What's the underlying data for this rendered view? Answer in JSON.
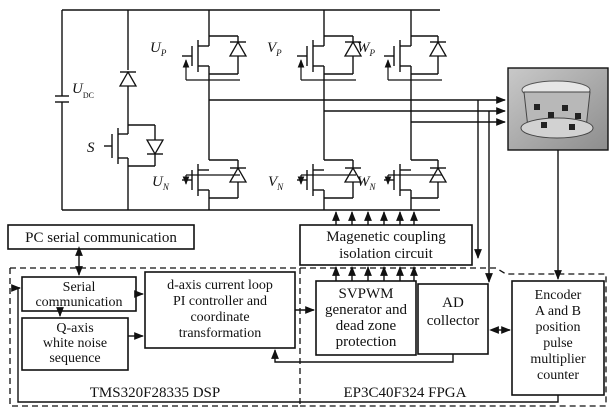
{
  "inverter": {
    "dc_voltage": {
      "symbol": "U",
      "subscript": "DC"
    },
    "switch_s": "S",
    "switches": {
      "up": {
        "symbol": "U",
        "subscript": "P"
      },
      "vp": {
        "symbol": "V",
        "subscript": "P"
      },
      "wp": {
        "symbol": "W",
        "subscript": "P"
      },
      "un": {
        "symbol": "U",
        "subscript": "N"
      },
      "vn": {
        "symbol": "V",
        "subscript": "N"
      },
      "wn": {
        "symbol": "W",
        "subscript": "N"
      }
    }
  },
  "blocks": {
    "pc_serial": "PC serial communication",
    "serial_comm": [
      "Serial",
      "communication"
    ],
    "q_axis": [
      "Q-axis",
      "white noise",
      "sequence"
    ],
    "current_loop": [
      "d-axis current loop",
      "PI controller and",
      "coordinate",
      "transformation"
    ],
    "isolation": [
      "Magenetic coupling",
      "isolation circuit"
    ],
    "svpwm": [
      "SVPWM",
      "generator and",
      "dead zone",
      "protection"
    ],
    "ad": [
      "AD",
      "collector"
    ],
    "encoder": [
      "Encoder",
      "A and B",
      "position",
      "pulse",
      "multiplier",
      "counter"
    ]
  },
  "regions": {
    "dsp": "TMS320F28335 DSP",
    "fpga": "EP3C40F324 FPGA"
  },
  "motor": {
    "image": "motor-photo"
  }
}
